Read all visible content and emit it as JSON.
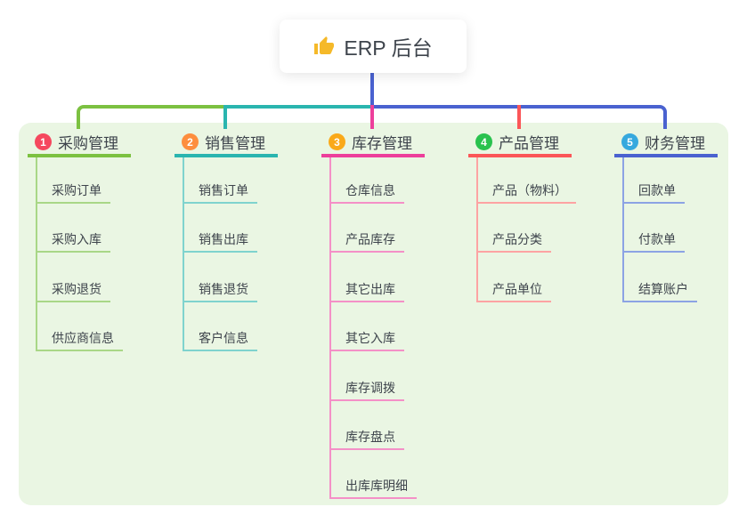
{
  "root": {
    "title": "ERP 后台",
    "icon": "thumbs-up-icon"
  },
  "colors": {
    "canvas_bg": "#ffffff",
    "panel_bg": "#eaf6e3",
    "text": "#3e444c",
    "root_connector": "#4a62d0",
    "thumb_icon": "#f5b929"
  },
  "branches": [
    {
      "index": "1",
      "label": "采购管理",
      "badge_color": "#f5485e",
      "line_color": "#7cc141",
      "light_line_color": "#a9d787",
      "items": [
        "采购订单",
        "采购入库",
        "采购退货",
        "供应商信息"
      ]
    },
    {
      "index": "2",
      "label": "销售管理",
      "badge_color": "#fd8e3e",
      "line_color": "#2ab5af",
      "light_line_color": "#7fd3ce",
      "items": [
        "销售订单",
        "销售出库",
        "销售退货",
        "客户信息"
      ]
    },
    {
      "index": "3",
      "label": "库存管理",
      "badge_color": "#faa919",
      "line_color": "#ed3f9b",
      "light_line_color": "#f490c7",
      "items": [
        "仓库信息",
        "产品库存",
        "其它出库",
        "其它入库",
        "库存调拨",
        "库存盘点",
        "出库库明细"
      ]
    },
    {
      "index": "4",
      "label": "产品管理",
      "badge_color": "#29c24e",
      "line_color": "#fb5658",
      "light_line_color": "#fda3a3",
      "items": [
        "产品（物料）",
        "产品分类",
        "产品单位"
      ]
    },
    {
      "index": "5",
      "label": "财务管理",
      "badge_color": "#36a9de",
      "line_color": "#4a62d0",
      "light_line_color": "#8ca3e4",
      "items": [
        "回款单",
        "付款单",
        "结算账户"
      ]
    }
  ]
}
